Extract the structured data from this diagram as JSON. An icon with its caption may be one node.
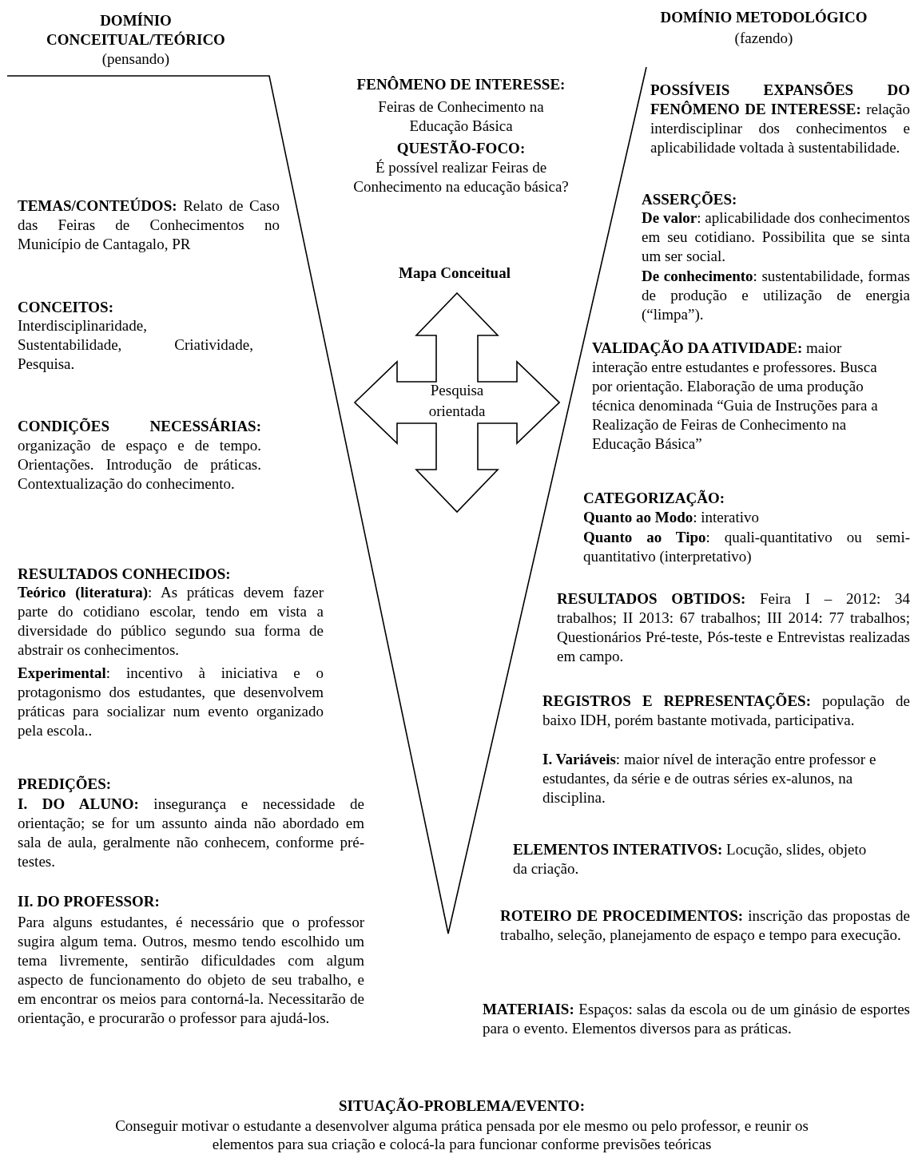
{
  "diagram": {
    "nodes": [
      {
        "text": [
          "Pesquisa orientada"
        ]
      }
    ],
    "labels": [
      "DOMÍNIO CONCEITUAL/TEÓRICO",
      "(pensando)",
      "DOMÍNIO METODOLÓGICO",
      "(fazendo)",
      "FENÔMENO DE INTERESSE:",
      "Feiras de Conhecimento na Educação Básica",
      "QUESTÃO-FOCO:",
      "É possível realizar Feiras de Conhecimento na educação básica?",
      "Mapa Conceitual",
      "**TEMAS/CONTEÚDOS:** Relato de Caso das Feiras de Conhecimentos no Município de Cantagalo, PR",
      "CONCEITOS:",
      "Interdisciplinaridade, Sustentabilidade, Criatividade, Pesquisa.",
      "CONDIÇÕES NECESSÁRIAS:",
      "organização de espaço e de tempo. Orientações. Introdução de práticas. Contextualização do conhecimento.",
      "RESULTADOS CONHECIDOS:",
      "**Teórico (literatura)**: As práticas devem fazer parte do cotidiano escolar, tendo em vista a diversidade do público segundo sua forma de abstrair os conhecimentos.",
      "**Experimental**: incentivo à iniciativa e o protagonismo dos estudantes, que desenvolvem práticas para socializar num evento organizado pela escola..",
      "PREDIÇÕES:",
      "**I. DO ALUNO:** insegurança e necessidade de orientação; se for um assunto ainda não abordado em sala de aula, geralmente não conhecem, conforme pré-testes.",
      "II. DO PROFESSOR:",
      "Para alguns estudantes, é necessário que o professor sugira algum tema. Outros, mesmo tendo escolhido um tema livremente, sentirão dificuldades com algum aspecto de funcionamento do objeto de seu trabalho, e em encontrar os meios para contorná-la. Necessitarão de orientação, e procurarão o professor para ajudá-los.",
      "**POSSÍVEIS EXPANSÕES DO FENÔMENO DE INTERESSE:** relação interdisciplinar dos conhecimentos e aplicabilidade voltada à sustentabilidade.",
      "ASSERÇÕES:",
      "**De valor**: aplicabilidade dos conhecimentos em seu cotidiano. Possibilita que se sinta um ser social.",
      "**De conhecimento**: sustentabilidade, formas de produção e utilização de energia (“limpa”).",
      "**VALIDAÇÃO DA ATIVIDADE:** maior interação entre estudantes e professores. Busca por orientação. Elaboração de uma produção técnica denominada “Guia de Instruções para a Realização de Feiras de Conhecimento na Educação Básica”",
      "CATEGORIZAÇÃO:",
      "**Quanto ao Modo**: interativo",
      "**Quanto ao Tipo**: quali-quantitativo ou semi-quantitativo (interpretativo)",
      "**RESULTADOS OBTIDOS:** Feira I – 2012: 34 trabalhos; II 2013: 67 trabalhos; III 2014: 77 trabalhos; Questionários Pré-teste, Pós-teste e Entrevistas realizadas em campo.",
      "**REGISTROS E REPRESENTAÇÕES:** população de baixo IDH, porém bastante motivada, participativa.",
      "**I. Variáveis**: maior nível de interação entre professor e estudantes, da série e de outras séries ex-alunos, na disciplina.",
      "**ELEMENTOS INTERATIVOS:** Locução, slides, objeto da criação.",
      "**ROTEIRO DE PROCEDIMENTOS:** inscrição das propostas de trabalho, seleção, planejamento de espaço e tempo para execução.",
      "**MATERIAIS:** Espaços: salas da escola ou de um ginásio de esportes para o evento. Elementos diversos para as práticas.",
      "SITUAÇÃO-PROBLEMA/EVENTO:",
      "Conseguir motivar o estudante a desenvolver alguma prática pensada por ele mesmo ou pelo professor, e reunir os elementos para sua criação e colocá-la para funcionar conforme previsões teóricas"
    ]
  }
}
